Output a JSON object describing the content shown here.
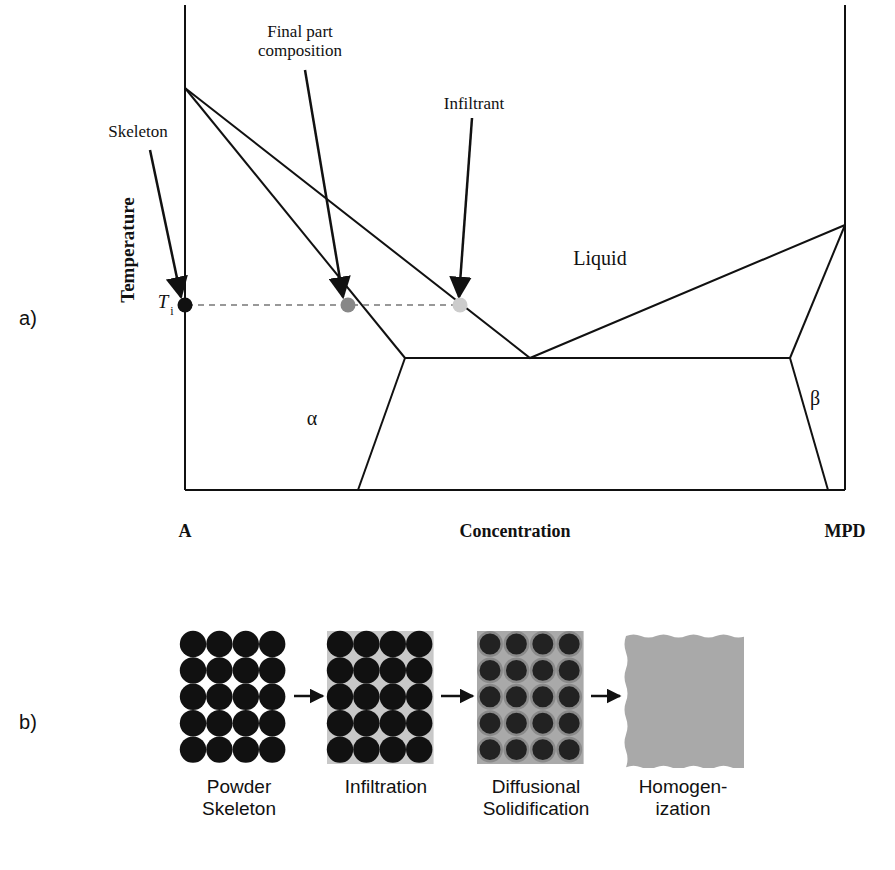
{
  "diagram": {
    "nodes": [
      {
        "text": [
          "Powder Skeleton"
        ]
      },
      {
        "text": [
          "Infiltration"
        ]
      },
      {
        "text": [
          "Diffusional Solidification"
        ]
      },
      {
        "text": [
          "Homogen- ization"
        ]
      }
    ],
    "edges": [
      {
        "from": 0,
        "to": 1,
        "arrow": "to"
      },
      {
        "from": 1,
        "to": 2,
        "arrow": "to"
      },
      {
        "from": 2,
        "to": 3,
        "arrow": "to"
      }
    ],
    "labels": [
      "a)",
      "Temperature",
      "T",
      "i",
      "Skeleton",
      "Final part composition",
      "Infiltrant",
      "Liquid",
      "α",
      "β",
      "A",
      "Concentration",
      "MPD",
      "b)"
    ]
  }
}
